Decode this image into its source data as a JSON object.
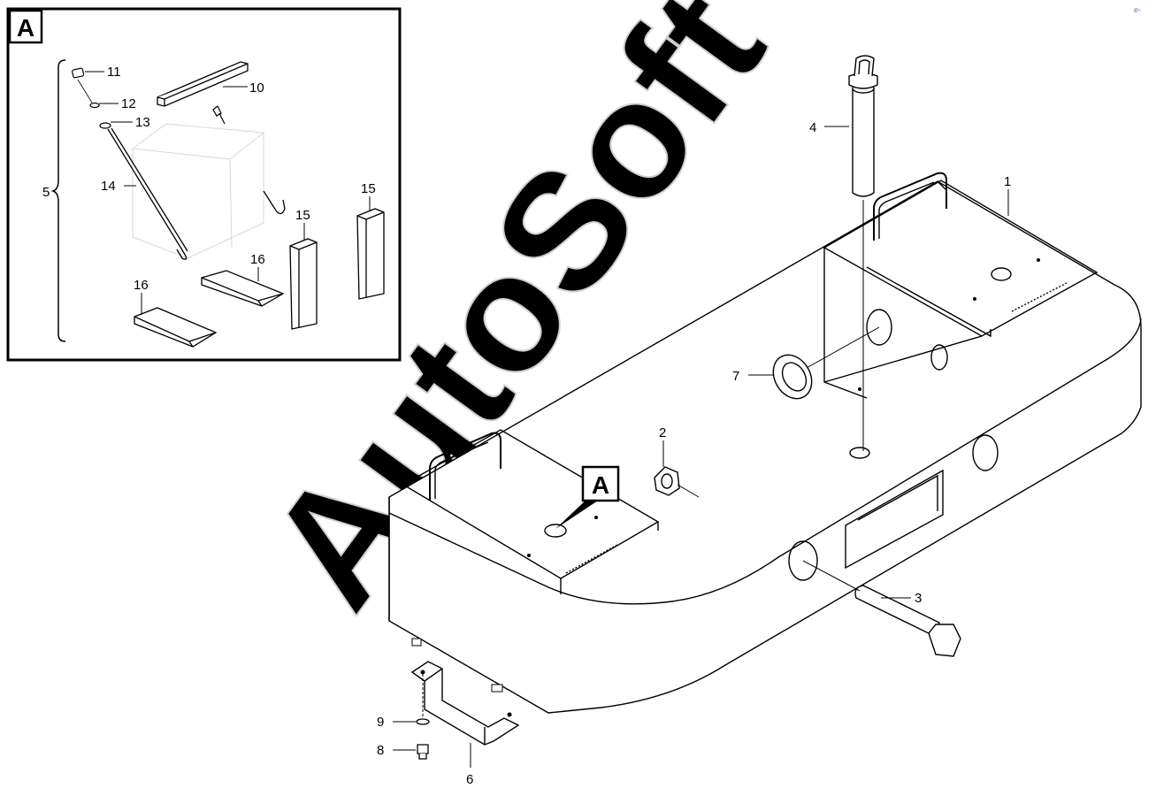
{
  "inset": {
    "badge": "A",
    "labels": {
      "n5": "5",
      "n10": "10",
      "n11": "11",
      "n12": "12",
      "n13": "13",
      "n14": "14",
      "n15a": "15",
      "n15b": "15",
      "n16a": "16",
      "n16b": "16"
    }
  },
  "main": {
    "badge": "A",
    "labels": {
      "n1": "1",
      "n2": "2",
      "n3": "3",
      "n4": "4",
      "n6": "6",
      "n7": "7",
      "n8": "8",
      "n9": "9"
    }
  },
  "watermark": "AutoSoft",
  "corner_mark": "e-"
}
